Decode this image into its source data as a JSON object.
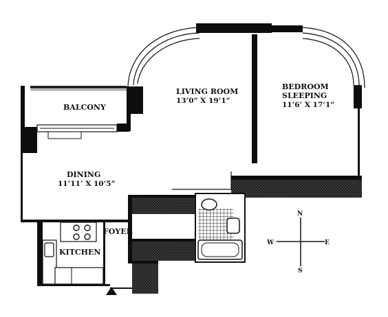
{
  "rooms": {
    "living": {
      "name": "LIVING ROOM",
      "dims": "13’0” X 19’1”"
    },
    "bedroom": {
      "name_line1": "BEDROOM",
      "name_line2": "SLEEPING",
      "dims": "11’6’ X 17’1”"
    },
    "balcony": {
      "name": "BALCONY"
    },
    "dining": {
      "name": "DINING",
      "dims": "11’11’ X 10’5”"
    },
    "foyer": {
      "name": "FOYER"
    },
    "kitchen": {
      "name": "KITCHEN"
    }
  },
  "compass": {
    "north": "N",
    "south": "S",
    "east": "E",
    "west": "W"
  }
}
